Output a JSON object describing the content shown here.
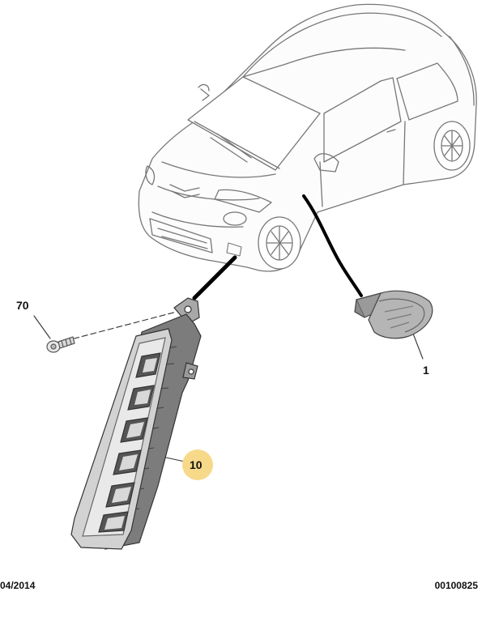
{
  "callouts": {
    "screw": "70",
    "side_repeater": "1",
    "drl": "10"
  },
  "highlight_color": "#f7d98a",
  "footer": {
    "date": "04/2014",
    "reference": "00100825"
  }
}
